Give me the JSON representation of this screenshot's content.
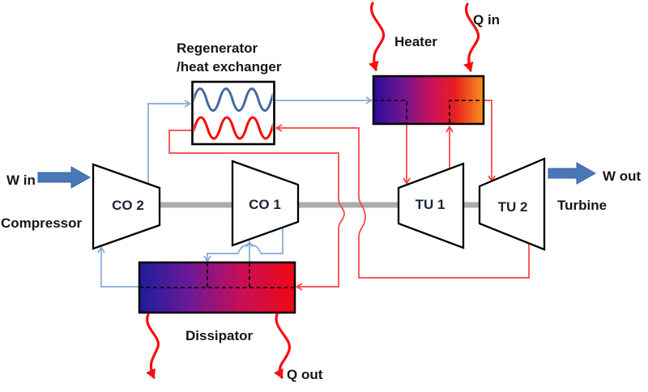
{
  "labels": {
    "w_in": "W in",
    "compressor": "Compressor",
    "regenerator_line1": "Regenerator",
    "regenerator_line2": "/heat exchanger",
    "heater": "Heater",
    "q_in": "Q in",
    "w_out": "W out",
    "turbine": "Turbine",
    "dissipator": "Dissipator",
    "q_out": "Q out"
  },
  "components": {
    "co2": "CO 2",
    "co1": "CO 1",
    "tu1": "TU 1",
    "tu2": "TU 2"
  },
  "colors": {
    "cold_line": "#86A8D8",
    "cold_wave": "#4467A1",
    "hot_line": "#FB4040",
    "hot_wave": "#FE0000",
    "heat_arrow": "#F90D0D",
    "shaft": "#ACACAC",
    "work_arrow_fill": "#4A77B7",
    "outline": "#000000",
    "heater_gradient_0": "#2B0B9B",
    "heater_gradient_1": "#73178F",
    "heater_gradient_2": "#C8125F",
    "heater_gradient_3": "#E81E20",
    "heater_gradient_4": "#F7941D",
    "dissipator_gradient_0": "#1D1D9E",
    "dissipator_gradient_1": "#6F1897",
    "dissipator_gradient_2": "#C80F55",
    "dissipator_gradient_3": "#F00714"
  }
}
